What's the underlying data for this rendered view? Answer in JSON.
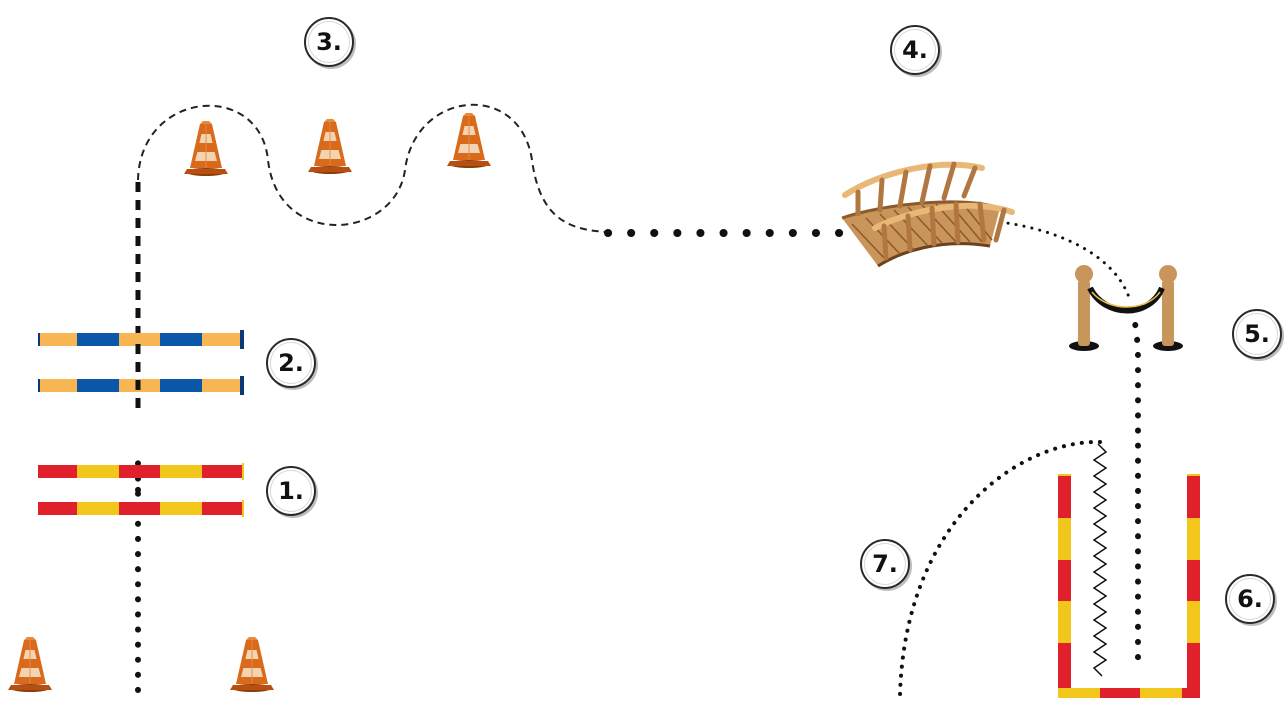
{
  "course": {
    "stations": [
      {
        "id": "s1",
        "label": "1."
      },
      {
        "id": "s2",
        "label": "2."
      },
      {
        "id": "s3",
        "label": "3."
      },
      {
        "id": "s4",
        "label": "4."
      },
      {
        "id": "s5",
        "label": "5."
      },
      {
        "id": "s6",
        "label": "6."
      },
      {
        "id": "s7",
        "label": "7."
      }
    ],
    "obstacles": {
      "cone_icon": "traffic-cone-icon",
      "bridge_icon": "wooden-bridge-icon",
      "rope_gate_icon": "rope-stanchion-icon",
      "pole_colors": {
        "red": "#e0202a",
        "yellow": "#f2c61a",
        "blue": "#0a56a8",
        "orange": "#f8b554"
      },
      "cone_colors": {
        "orange": "#d96a1c",
        "stripe": "#f4d3b0"
      }
    }
  }
}
